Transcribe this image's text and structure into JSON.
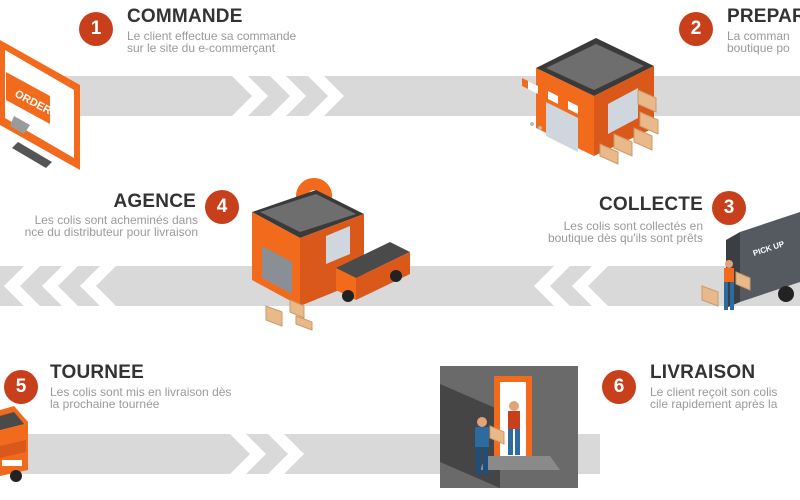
{
  "colors": {
    "accent": "#c7401b",
    "orange": "#f26a1b",
    "track": "#d9d9d9",
    "title": "#333333",
    "text": "#9a9a9a"
  },
  "steps": [
    {
      "number": "1",
      "title": "COMMANDE",
      "desc": [
        "Le client effectue sa commande",
        "sur le site du e-commerçant"
      ],
      "icon": "computer-order-icon",
      "screen_label": "ORDER"
    },
    {
      "number": "2",
      "title": "PREPAR",
      "desc": [
        "La comman",
        "boutique po"
      ],
      "icon": "shop-icon"
    },
    {
      "number": "3",
      "title": "COLLECTE",
      "desc": [
        "Les colis sont collectés en",
        "boutique dès qu'ils sont prêts"
      ],
      "icon": "pickup-truck-icon",
      "truck_label": "PICK UP"
    },
    {
      "number": "4",
      "title": "AGENCE",
      "desc": [
        "Les colis sont acheminés dans",
        "nce du distributeur pour livraison"
      ],
      "icon": "agency-building-icon"
    },
    {
      "number": "5",
      "title": "TOURNEE",
      "desc": [
        "Les colis sont mis en livraison dès",
        "la prochaine tournée"
      ],
      "icon": "delivery-van-icon"
    },
    {
      "number": "6",
      "title": "LIVRAISON",
      "desc": [
        "Le client reçoit son colis",
        "cile rapidement après la"
      ],
      "icon": "home-delivery-icon"
    }
  ]
}
